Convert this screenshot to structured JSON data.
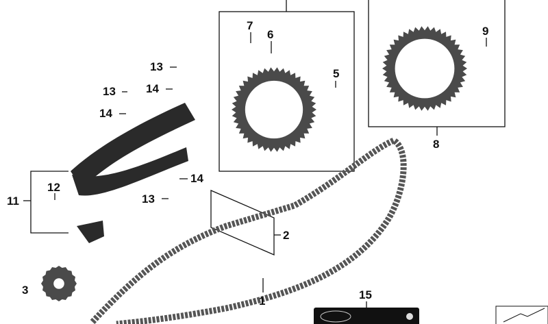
{
  "callouts": {
    "c1": "1",
    "c2": "2",
    "c3": "3",
    "c5": "5",
    "c6": "6",
    "c7": "7",
    "c8": "8",
    "c9": "9",
    "c11": "11",
    "c12": "12",
    "c13a": "13",
    "c13b": "13",
    "c13c": "13",
    "c14a": "14",
    "c14b": "14",
    "c14c": "14",
    "c15": "15"
  },
  "colors": {
    "part": "#4a4a4a",
    "dark": "#222222",
    "line": "#111111"
  }
}
